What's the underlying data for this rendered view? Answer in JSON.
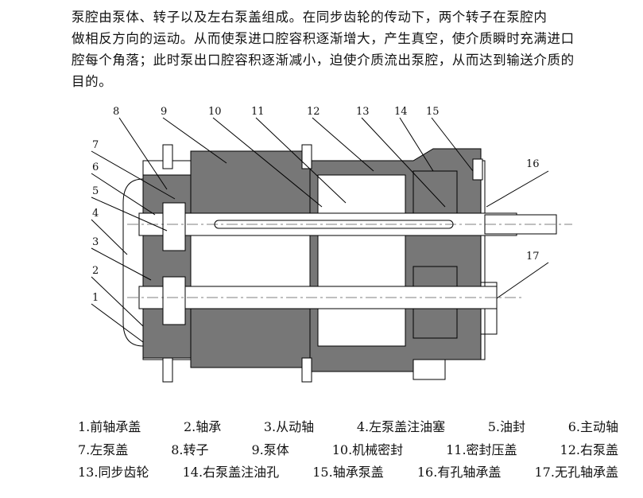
{
  "paragraph": {
    "lines": [
      "泵腔由泵体、转子以及左右泵盖组成。在同步齿轮的传动下，两个转子在泵腔内",
      "做相反方向的运动。从而使泵进口腔容积逐渐增大，产生真空，使介质瞬时充满进口",
      "腔每个角落；此时泵出口腔容积逐渐减小，迫使介质流出泵腔，从而达到输送介质的",
      "目的。"
    ]
  },
  "diagram": {
    "callouts_top": [
      "8",
      "9",
      "10",
      "11",
      "12",
      "13",
      "14",
      "15"
    ],
    "callouts_left": [
      "7",
      "6",
      "5",
      "4",
      "3",
      "2",
      "1"
    ],
    "callouts_right": [
      "16",
      "17"
    ]
  },
  "legend": {
    "rows": [
      [
        "1.前轴承盖",
        "2.轴承",
        "3.从动轴",
        "4.左泵盖注油塞",
        "5.油封",
        "6.主动轴"
      ],
      [
        "7.左泵盖",
        "8.转子",
        "9.泵体",
        "10.机械密封",
        "11.密封压盖",
        "12.右泵盖"
      ],
      [
        "13.同步齿轮",
        "14.右泵盖注油孔",
        "15.轴承泵盖",
        "16.有孔轴承盖",
        "17.无孔轴承盖"
      ]
    ]
  }
}
